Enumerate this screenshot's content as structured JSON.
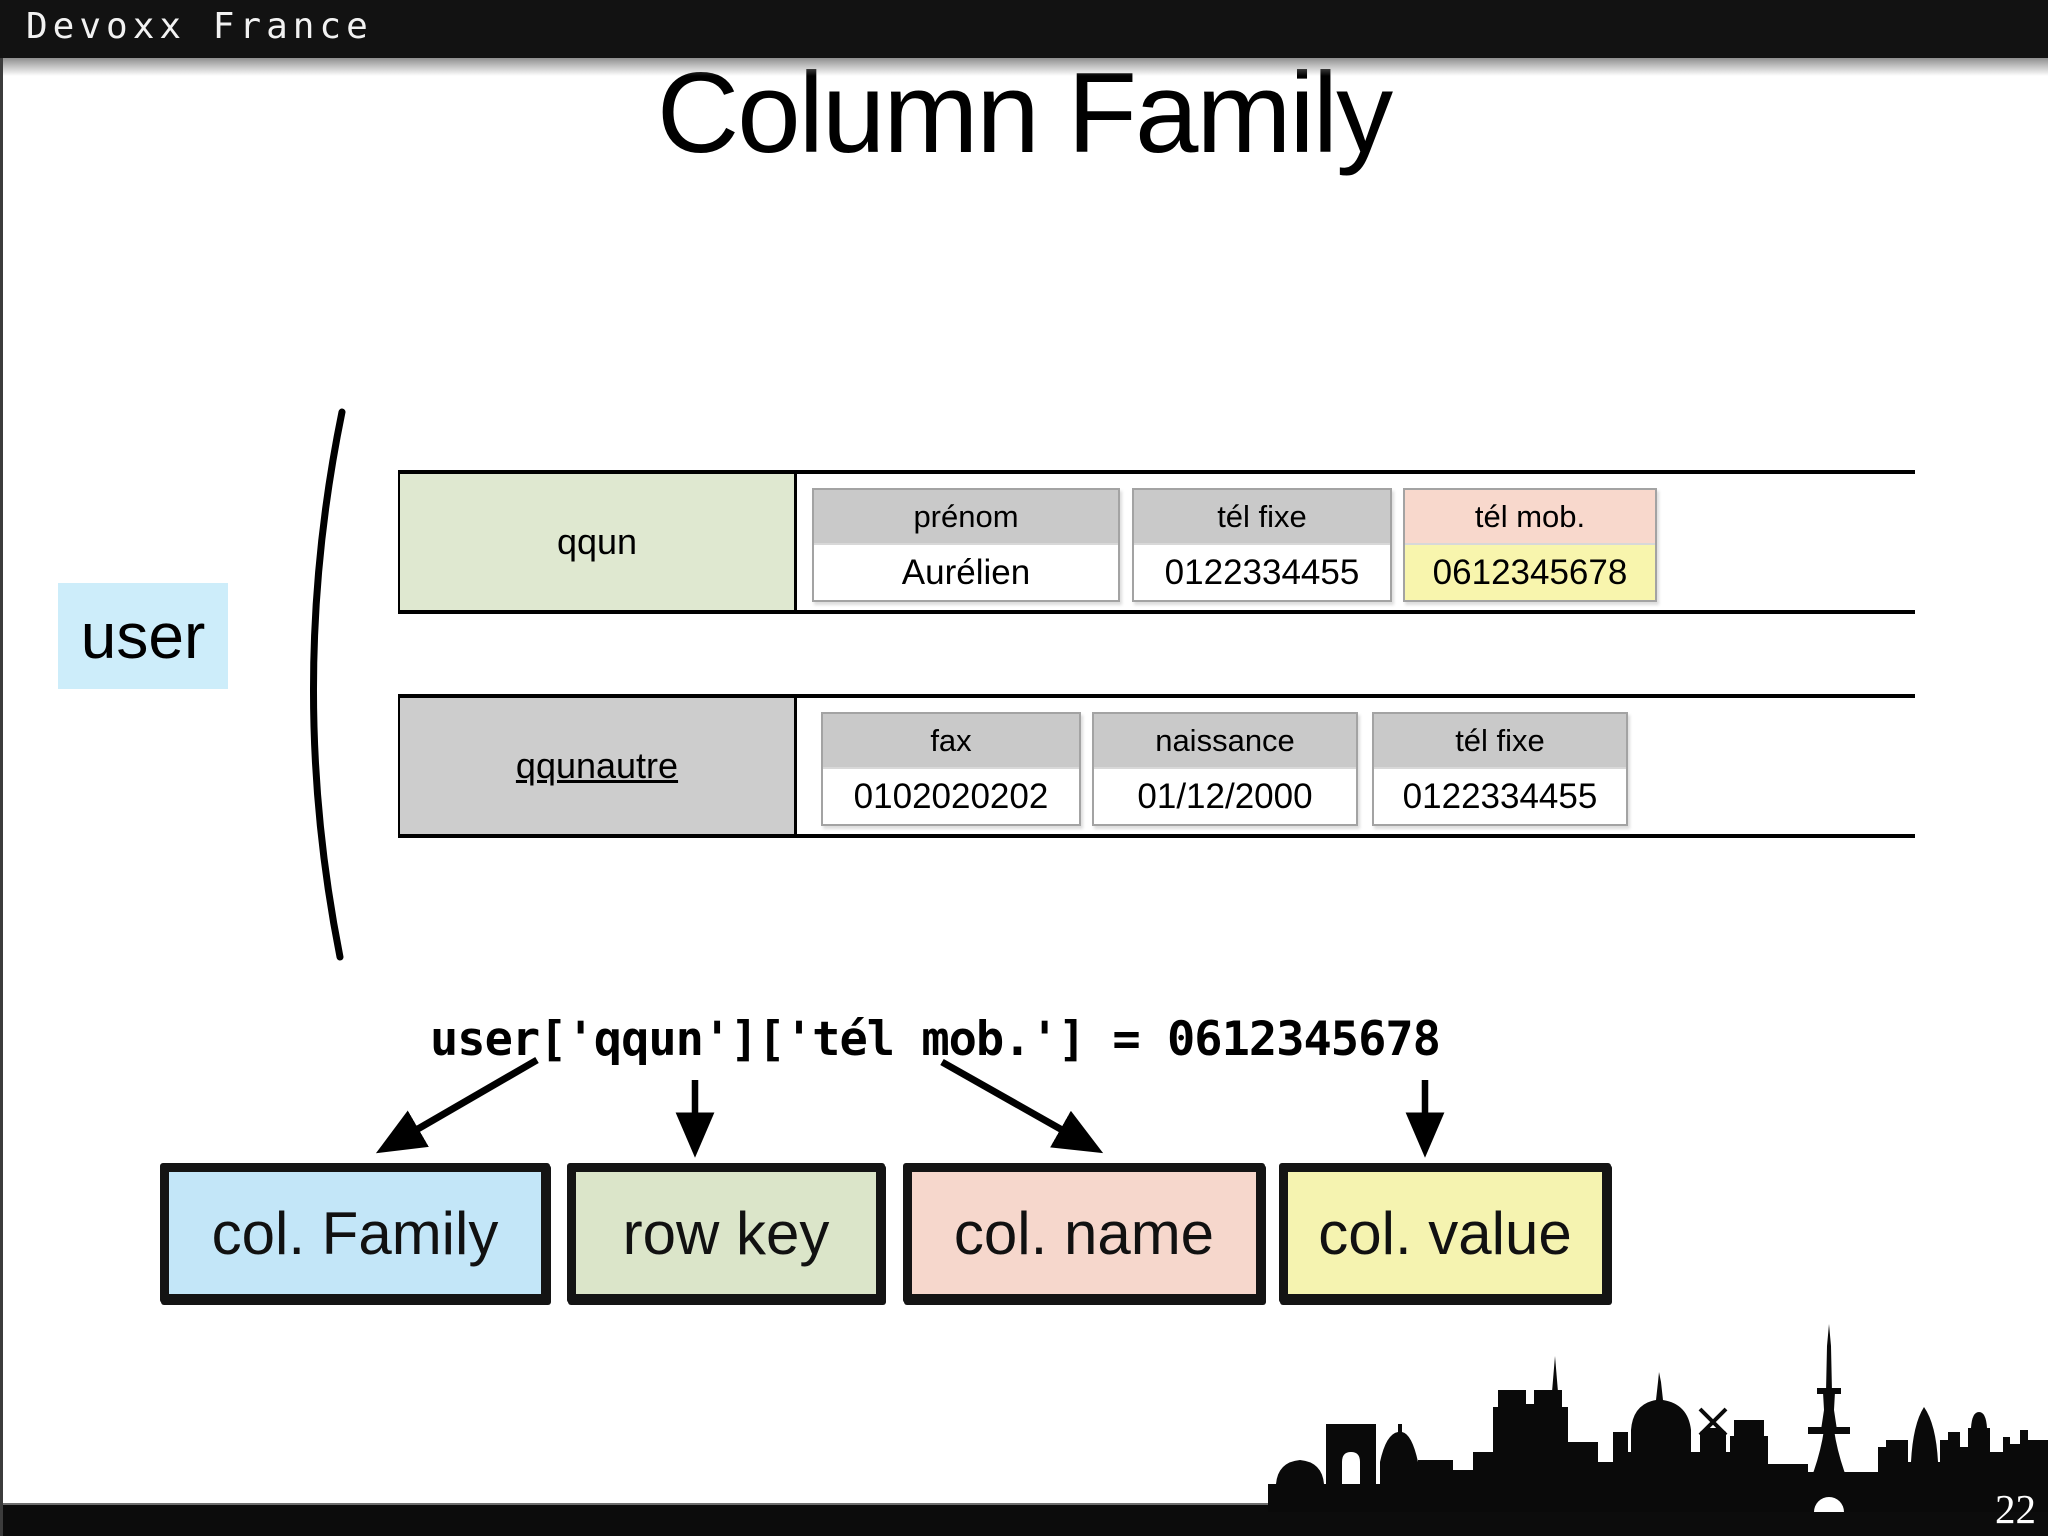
{
  "header": {
    "logo": "Devoxx France"
  },
  "title": "Column Family",
  "diagram": {
    "row_label": "user",
    "families": [
      {
        "name": "qqun",
        "bg": "#dfe8d0",
        "columns": [
          {
            "name": "prénom",
            "value": "Aurélien",
            "name_bg": "#c9c9c9",
            "value_bg": "#ffffff"
          },
          {
            "name": "tél fixe",
            "value": "0122334455",
            "name_bg": "#c9c9c9",
            "value_bg": "#ffffff"
          },
          {
            "name": "tél mob.",
            "value": "0612345678",
            "name_bg": "#f8d8cc",
            "value_bg": "#f8f5ad"
          }
        ]
      },
      {
        "name": "qqunautre",
        "bg": "#cdcdcd",
        "columns": [
          {
            "name": "fax",
            "value": "0102020202",
            "name_bg": "#c9c9c9",
            "value_bg": "#ffffff"
          },
          {
            "name": "naissance",
            "value": "01/12/2000",
            "name_bg": "#c9c9c9",
            "value_bg": "#ffffff"
          },
          {
            "name": "tél fixe",
            "value": "0122334455",
            "name_bg": "#c9c9c9",
            "value_bg": "#ffffff"
          }
        ]
      }
    ]
  },
  "code_line": "user['qqun']['tél mob.'] = 0612345678",
  "legend": [
    {
      "label": "col. Family",
      "color": "#c3e6f8"
    },
    {
      "label": "row key",
      "color": "#dbe5c9"
    },
    {
      "label": "col. name",
      "color": "#f6d7cc"
    },
    {
      "label": "col. value",
      "color": "#f5f3b0"
    }
  ],
  "colors": {
    "user_label_bg": "#cdedfa",
    "top_bar": "#121212",
    "bottom_bar": "#0c0c0c"
  },
  "page_number": "22"
}
